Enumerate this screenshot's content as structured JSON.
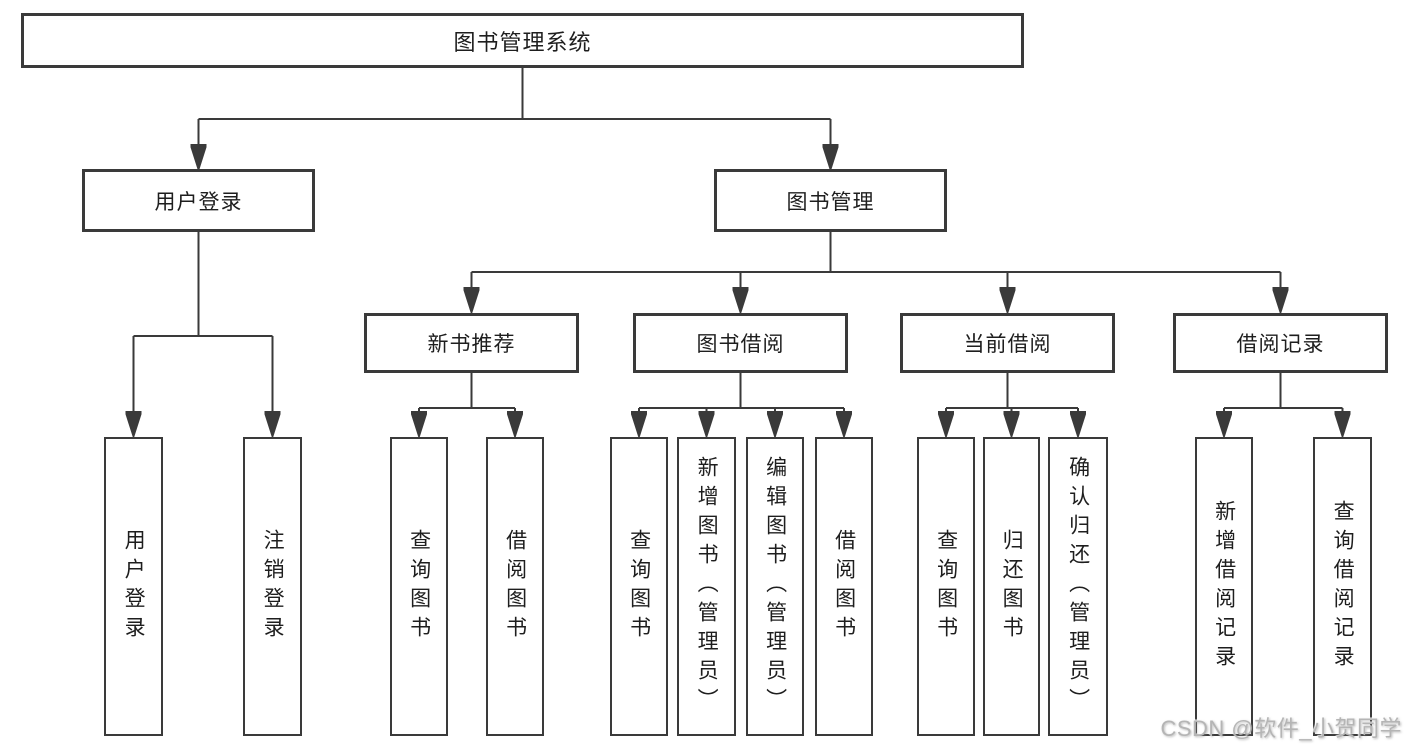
{
  "nodes": {
    "root": "图书管理系统",
    "level2": [
      "用户登录",
      "图书管理"
    ],
    "level3": [
      "新书推荐",
      "图书借阅",
      "当前借阅",
      "借阅记录"
    ],
    "group_user_login": [
      "用户登录",
      "注销登录"
    ],
    "group_new_book": [
      "查询图书",
      "借阅图书"
    ],
    "group_book_borrow": [
      "查询图书",
      "新增图书（管理员）",
      "编辑图书（管理员）",
      "借阅图书"
    ],
    "group_current_borrow": [
      "查询图书",
      "归还图书",
      "确认归还（管理员）"
    ],
    "group_borrow_record": [
      "新增借阅记录",
      "查询借阅记录"
    ]
  },
  "watermark": "CSDN @软件_小贺同学",
  "colors": {
    "line": "#3a3a3a",
    "text": "#1e1e1e",
    "watermark": "#b5b5b5",
    "background": "#ffffff"
  }
}
